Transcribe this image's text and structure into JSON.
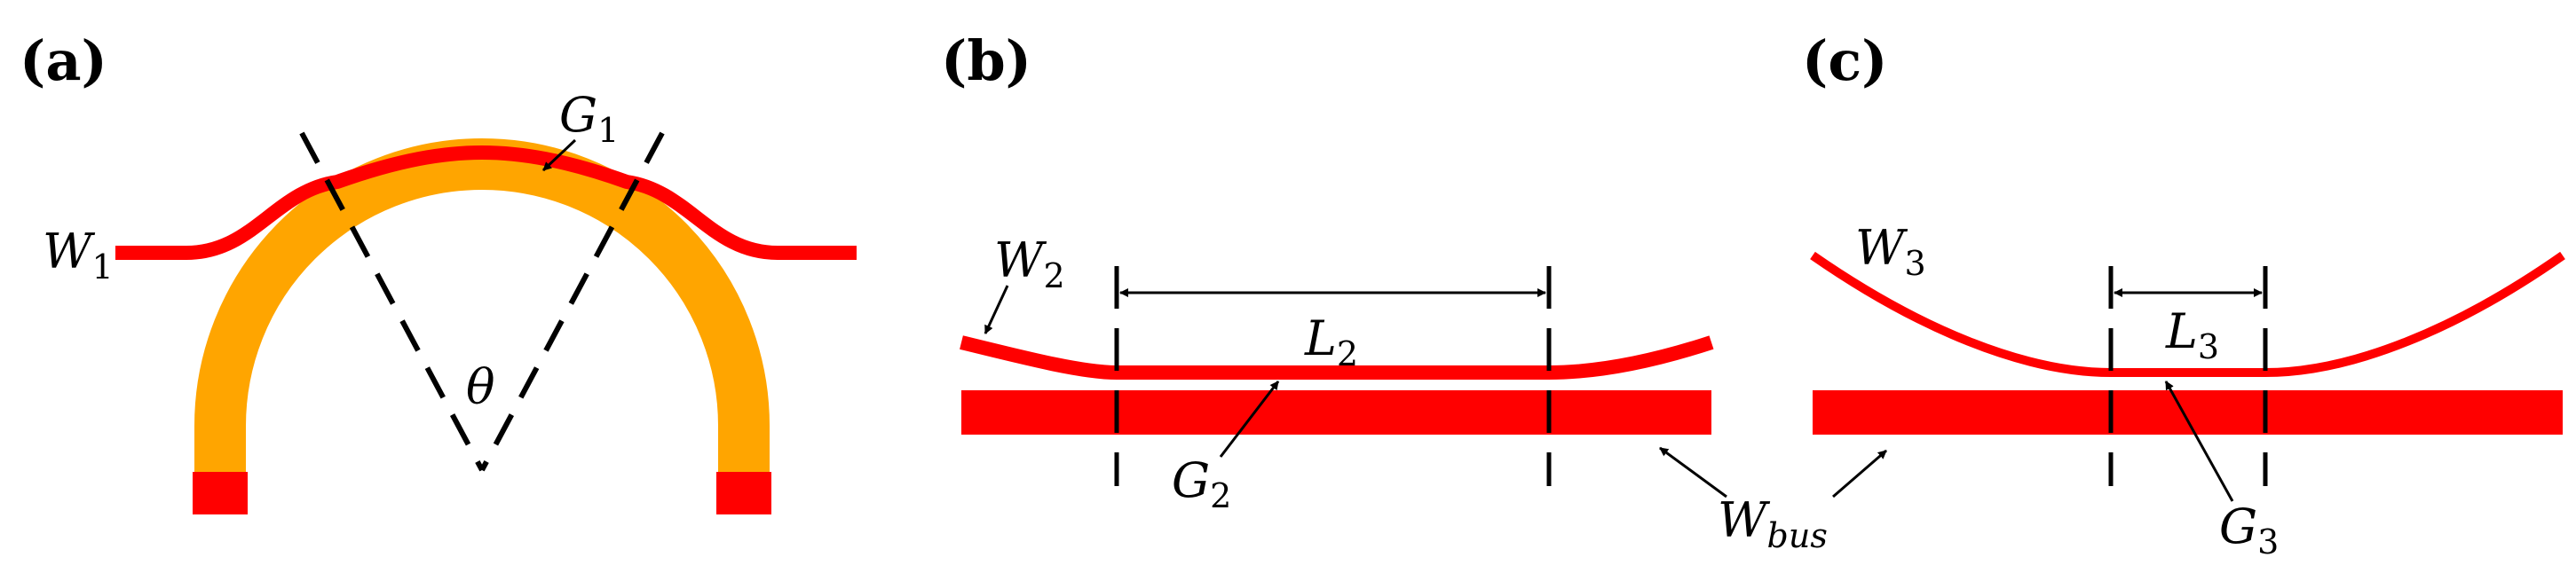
{
  "panels": {
    "a": {
      "label": "(a)"
    },
    "b": {
      "label": "(b)"
    },
    "c": {
      "label": "(c)"
    }
  },
  "symbols": {
    "W1": {
      "base": "W",
      "sub": "1"
    },
    "G1": {
      "base": "G",
      "sub": "1"
    },
    "theta": {
      "base": "θ"
    },
    "W2": {
      "base": "W",
      "sub": "2"
    },
    "L2": {
      "base": "L",
      "sub": "2"
    },
    "G2": {
      "base": "G",
      "sub": "2"
    },
    "Wbus": {
      "base": "W",
      "sub": "bus"
    },
    "W3": {
      "base": "W",
      "sub": "3"
    },
    "L3": {
      "base": "L",
      "sub": "3"
    },
    "G3": {
      "base": "G",
      "sub": "3"
    }
  },
  "colors": {
    "waveguide": "#ff0000",
    "ring": "#ffa500",
    "ink": "#000000"
  }
}
